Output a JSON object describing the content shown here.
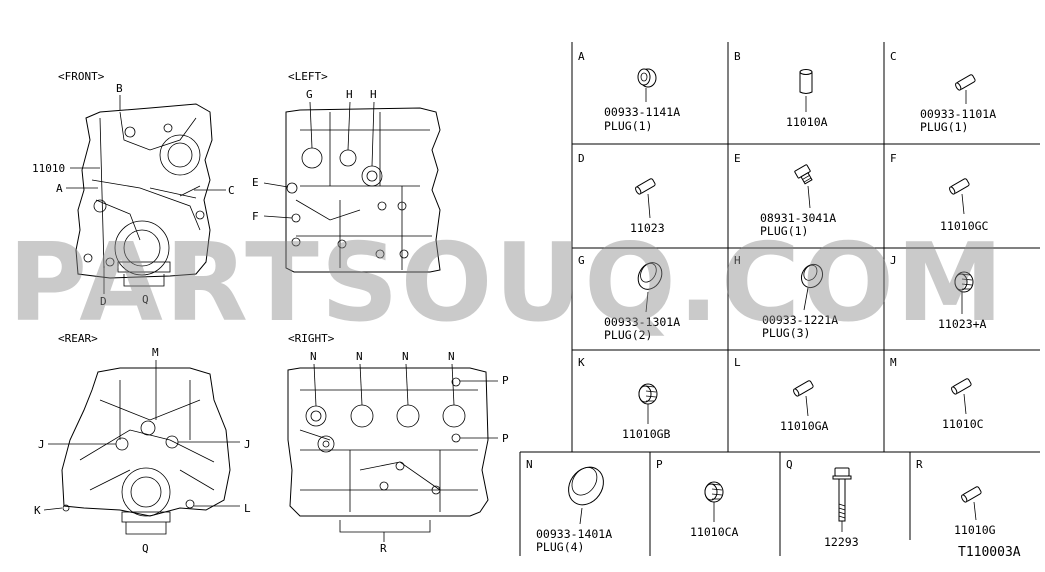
{
  "views": [
    {
      "id": "front",
      "title": "<FRONT>",
      "callouts": [
        "B",
        "11010",
        "A",
        "C",
        "D",
        "Q"
      ]
    },
    {
      "id": "left",
      "title": "<LEFT>",
      "callouts": [
        "G",
        "H",
        "H",
        "E",
        "F"
      ]
    },
    {
      "id": "rear",
      "title": "<REAR>",
      "callouts": [
        "M",
        "J",
        "J",
        "K",
        "L",
        "Q"
      ]
    },
    {
      "id": "right",
      "title": "<RIGHT>",
      "callouts": [
        "N",
        "N",
        "N",
        "N",
        "P",
        "P",
        "R"
      ]
    }
  ],
  "parts": [
    {
      "letter": "A",
      "part_number": "00933-1141A",
      "desc": "PLUG(1)",
      "icon": "plug-cap-icon"
    },
    {
      "letter": "B",
      "part_number": "11010A",
      "desc": "",
      "icon": "dowel-pin-icon"
    },
    {
      "letter": "C",
      "part_number": "00933-1101A",
      "desc": "PLUG(1)",
      "icon": "pin-icon"
    },
    {
      "letter": "D",
      "part_number": "11023",
      "desc": "",
      "icon": "pin-icon"
    },
    {
      "letter": "E",
      "part_number": "08931-3041A",
      "desc": "PLUG(1)",
      "icon": "screw-plug-icon"
    },
    {
      "letter": "F",
      "part_number": "11010GC",
      "desc": "",
      "icon": "pin-icon"
    },
    {
      "letter": "G",
      "part_number": "00933-1301A",
      "desc": "PLUG(2)",
      "icon": "cup-plug-icon"
    },
    {
      "letter": "H",
      "part_number": "00933-1221A",
      "desc": "PLUG(3)",
      "icon": "cup-plug-icon"
    },
    {
      "letter": "J",
      "part_number": "11023+A",
      "desc": "",
      "icon": "threaded-insert-icon"
    },
    {
      "letter": "K",
      "part_number": "11010GB",
      "desc": "",
      "icon": "threaded-insert-icon"
    },
    {
      "letter": "L",
      "part_number": "11010GA",
      "desc": "",
      "icon": "pin-icon"
    },
    {
      "letter": "M",
      "part_number": "11010C",
      "desc": "",
      "icon": "pin-icon"
    },
    {
      "letter": "N",
      "part_number": "00933-1401A",
      "desc": "PLUG(4)",
      "icon": "cup-plug-large-icon"
    },
    {
      "letter": "P",
      "part_number": "11010CA",
      "desc": "",
      "icon": "threaded-insert-icon"
    },
    {
      "letter": "Q",
      "part_number": "12293",
      "desc": "",
      "icon": "bolt-icon"
    },
    {
      "letter": "R",
      "part_number": "11010G",
      "desc": "",
      "icon": "pin-icon"
    }
  ],
  "diagram_code": "T110003A",
  "watermark": "PARTSOUQ.COM"
}
